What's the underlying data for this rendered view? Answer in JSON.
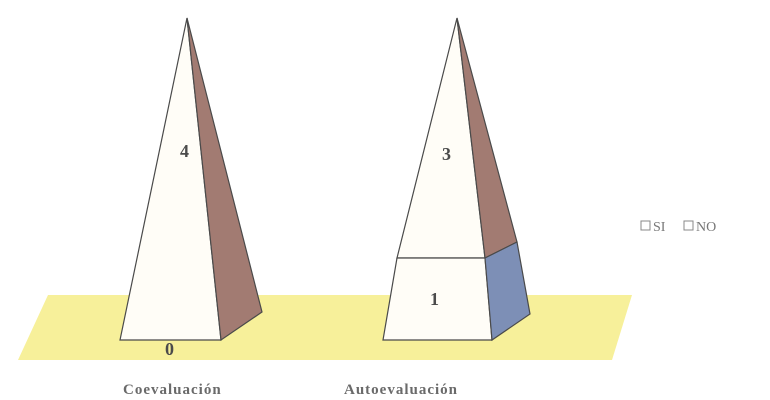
{
  "figures": [
    {
      "caption": "Coevaluación",
      "top_label": "4",
      "bottom_label": "0"
    },
    {
      "caption": "Autoevaluación",
      "top_label": "3",
      "bottom_label": "1"
    }
  ],
  "options": {
    "si_label": "SI",
    "no_label": "NO"
  },
  "colors": {
    "ground": "#f7f09a",
    "front_face": "#fffdf7",
    "brown_face": "#a27b72",
    "blue_face": "#7d8fb6",
    "edge": "#4a4a4a"
  }
}
